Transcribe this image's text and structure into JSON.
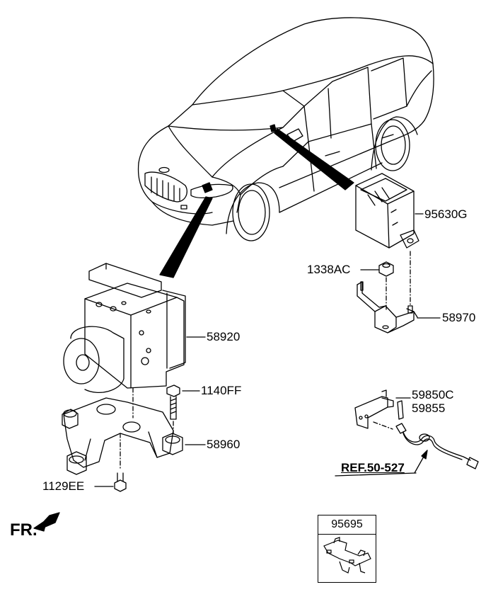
{
  "labels": {
    "p95630G": "95630G",
    "p1338AC": "1338AC",
    "p58970": "58970",
    "p58920": "58920",
    "p1140FF": "1140FF",
    "p59850C": "59850C",
    "p59855": "59855",
    "p58960": "58960",
    "ref": "REF.50-527",
    "p1129EE": "1129EE",
    "fr": "FR.",
    "p95695": "95695"
  }
}
